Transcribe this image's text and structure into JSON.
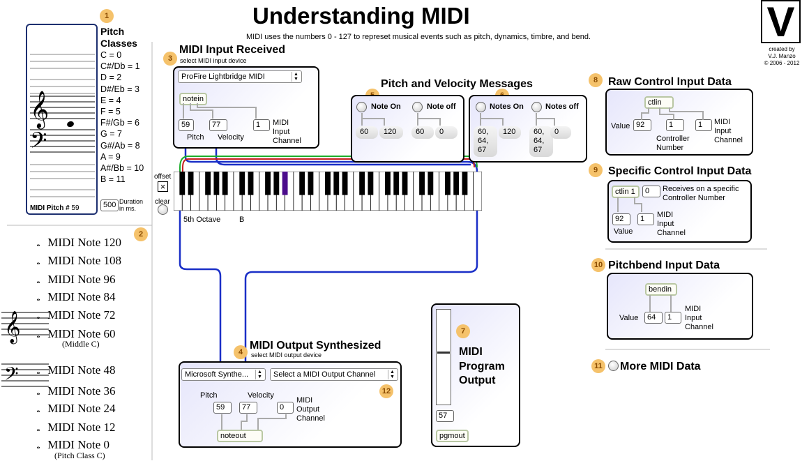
{
  "title": "Understanding MIDI",
  "subtitle": "MIDI uses the numbers 0 - 127 to represet musical events such as pitch, dynamics, timbre, and bend.",
  "credits": {
    "line1": "created by",
    "line2": "V.J. Manzo",
    "line3": "© 2006 - 2012"
  },
  "logo_letter": "V",
  "markers": [
    "1",
    "2",
    "3",
    "4",
    "5",
    "6",
    "7",
    "8",
    "9",
    "10",
    "11",
    "12"
  ],
  "pitch_classes": {
    "heading_line1": "Pitch",
    "heading_line2": "Classes",
    "items": [
      "C = 0",
      "C#/Db = 1",
      "D = 2",
      "D#/Eb = 3",
      "E = 4",
      "F = 5",
      "F#/Gb = 6",
      "G = 7",
      "G#/Ab = 8",
      "A = 9",
      "A#/Bb = 10",
      "B = 11"
    ]
  },
  "staff_panel": {
    "midi_pitch_label": "MIDI Pitch #",
    "midi_pitch_value": "59",
    "duration_value": "500",
    "duration_label_1": "Duration",
    "duration_label_2": "in ms."
  },
  "midi_notes": [
    {
      "label": "MIDI Note 120",
      "sub": ""
    },
    {
      "label": "MIDI Note 108",
      "sub": ""
    },
    {
      "label": "MIDI Note 96",
      "sub": ""
    },
    {
      "label": "MIDI Note 84",
      "sub": ""
    },
    {
      "label": "MIDI Note 72",
      "sub": ""
    },
    {
      "label": "MIDI Note 60",
      "sub": "(Middle C)"
    },
    {
      "label": "MIDI Note 48",
      "sub": ""
    },
    {
      "label": "MIDI Note 36",
      "sub": ""
    },
    {
      "label": "MIDI Note 24",
      "sub": ""
    },
    {
      "label": "MIDI Note 12",
      "sub": ""
    },
    {
      "label": "MIDI Note 0",
      "sub": "(Pitch Class C)"
    }
  ],
  "input": {
    "heading": "MIDI Input Received",
    "sub": "select MIDI input device",
    "device": "ProFire Lightbridge MIDI",
    "object": "notein",
    "pitch_value": "59",
    "pitch_label": "Pitch",
    "velocity_value": "77",
    "velocity_label": "Velocity",
    "channel_value": "1",
    "channel_label_1": "MIDI",
    "channel_label_2": "Input",
    "channel_label_3": "Channel"
  },
  "pitch_velocity": {
    "heading": "Pitch and Velocity Messages",
    "note_on": "Note On",
    "note_off": "Note off",
    "on_pitch": "60",
    "on_vel": "120",
    "off_pitch": "60",
    "off_vel": "0",
    "notes_on": "Notes On",
    "notes_off": "Notes off",
    "chord_on_pitch": [
      "60,",
      "64,",
      "67"
    ],
    "chord_on_vel": "120",
    "chord_off_pitch": [
      "60,",
      "64,",
      "67"
    ],
    "chord_off_vel": "0"
  },
  "keyboard": {
    "offset_label": "offset",
    "clear_label": "clear",
    "octave_label": "5th Octave",
    "note_label": "B"
  },
  "output": {
    "heading": "MIDI Output Synthesized",
    "sub": "select MIDI output device",
    "device": "Microsoft Synthe...",
    "channel_menu": "Select a MIDI Output Channel",
    "pitch_label": "Pitch",
    "pitch_value": "59",
    "velocity_label": "Velocity",
    "velocity_value": "77",
    "channel_value": "0",
    "channel_label_1": "MIDI",
    "channel_label_2": "Output",
    "channel_label_3": "Channel",
    "object": "noteout"
  },
  "program": {
    "line1": "MIDI",
    "line2": "Program",
    "line3": "Output",
    "value": "57",
    "object": "pgmout",
    "level": 0.55
  },
  "raw_control": {
    "heading": "Raw Control Input Data",
    "object": "ctlin",
    "value_label": "Value",
    "value": "92",
    "controller_value": "1",
    "controller_label_1": "Controller",
    "controller_label_2": "Number",
    "channel_value": "1",
    "channel_label_1": "MIDI",
    "channel_label_2": "Input",
    "channel_label_3": "Channel"
  },
  "specific_control": {
    "heading": "Specific Control Input Data",
    "object": "ctlin 1",
    "receive_value": "0",
    "receive_label_1": "Receives on a specific",
    "receive_label_2": "Controller Number",
    "value": "92",
    "value_label": "Value",
    "channel_value": "1",
    "channel_label_1": "MIDI",
    "channel_label_2": "Input",
    "channel_label_3": "Channel"
  },
  "pitchbend": {
    "heading": "Pitchbend Input Data",
    "object": "bendin",
    "value_label": "Value",
    "value": "64",
    "channel_value": "1",
    "channel_label_1": "MIDI",
    "channel_label_2": "Input",
    "channel_label_3": "Channel"
  },
  "more": {
    "label": "More MIDI Data"
  },
  "colors": {
    "accent_marker": "#f5c26b",
    "blue_wire": "#1a2fc7",
    "green_wire": "#1cae2b",
    "red_wire": "#c72020",
    "key_highlight": "#4b0c8c"
  }
}
